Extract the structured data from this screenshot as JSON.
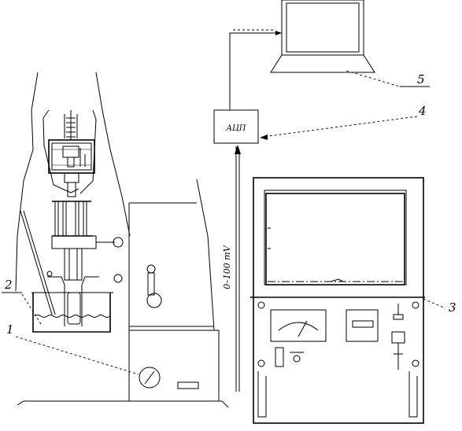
{
  "labels": {
    "callout_1": "1",
    "callout_2": "2",
    "callout_3": "3",
    "callout_4": "4",
    "callout_5": "5",
    "adc_box": "АЦП",
    "signal_range": "0–100 mV"
  }
}
